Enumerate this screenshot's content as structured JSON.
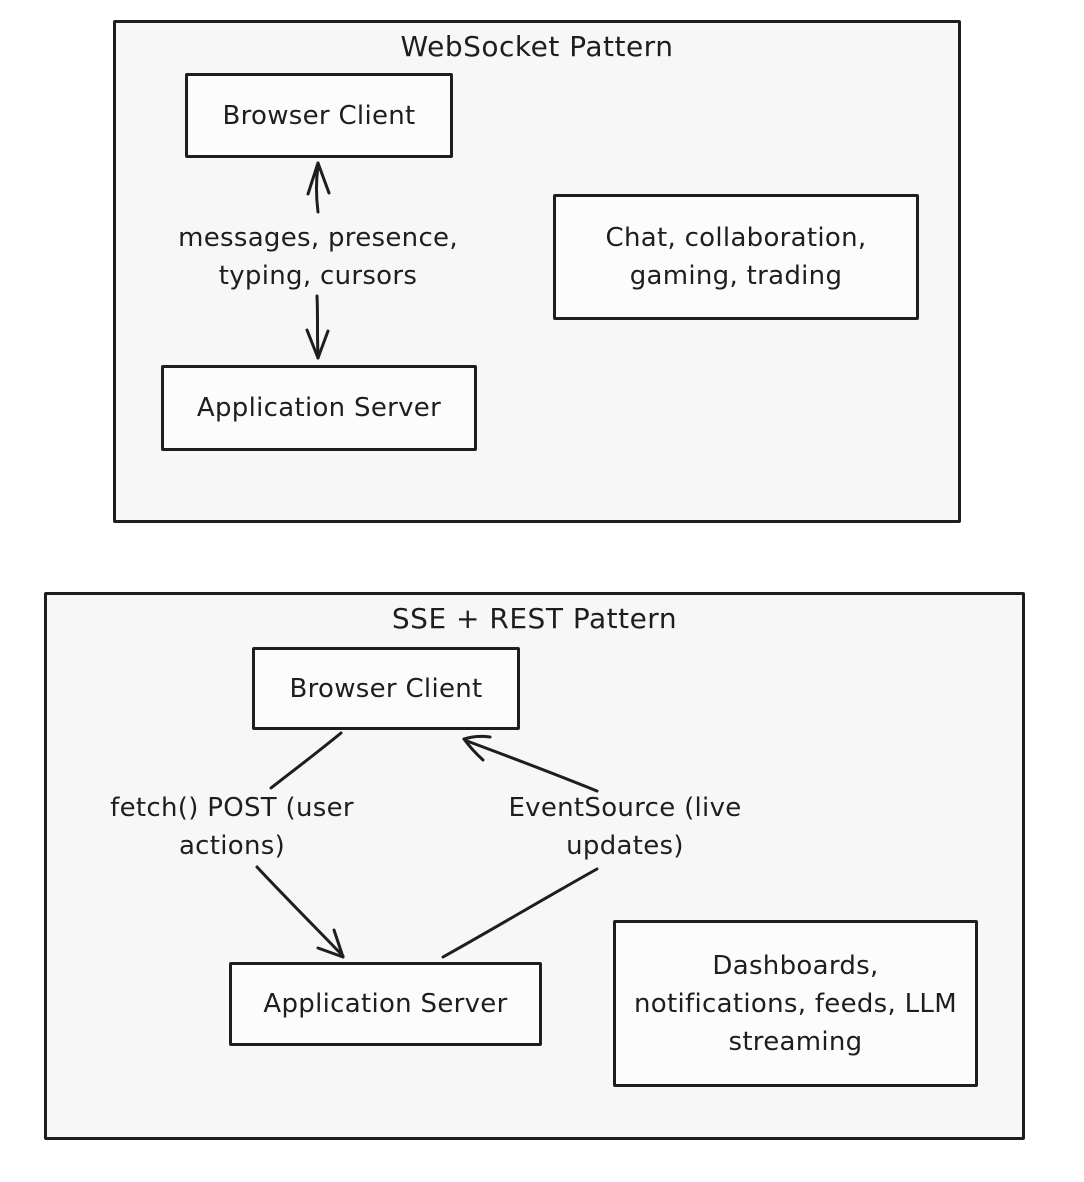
{
  "colors": {
    "stroke": "#1e1e1e",
    "container_fill": "#f7f7f7",
    "node_fill": "#fcfcfc",
    "page_background": "#ffffff"
  },
  "ws": {
    "title": "WebSocket Pattern",
    "client": "Browser Client",
    "server": "Application Server",
    "edge_label": "messages, presence,\ntyping, cursors",
    "use_cases": "Chat, collaboration,\ngaming, trading"
  },
  "sse": {
    "title": "SSE + REST Pattern",
    "client": "Browser Client",
    "server": "Application Server",
    "post_label": "fetch() POST (user\nactions)",
    "stream_label": "EventSource (live\nupdates)",
    "use_cases": "Dashboards,\nnotifications, feeds, LLM\nstreaming"
  }
}
